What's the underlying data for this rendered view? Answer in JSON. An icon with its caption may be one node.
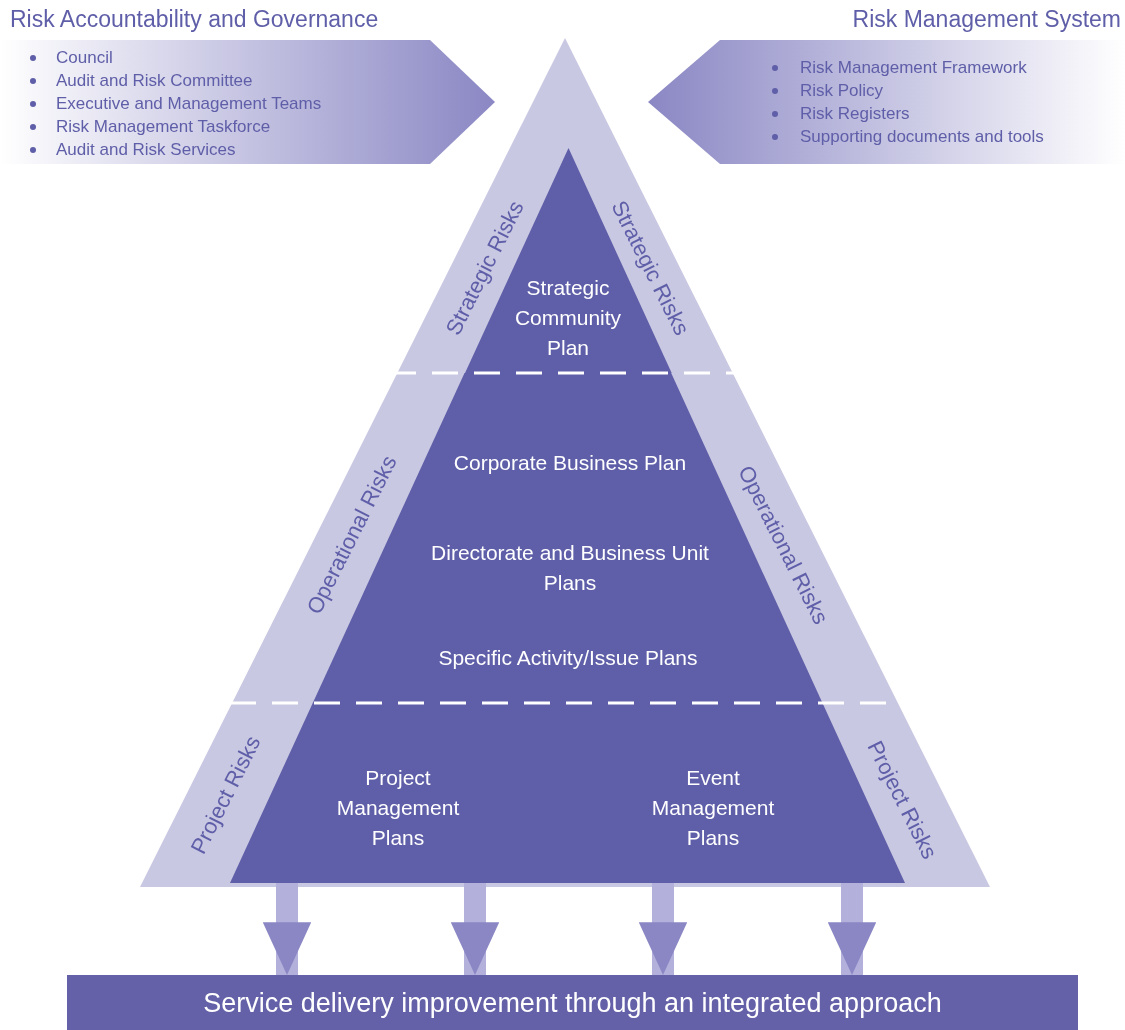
{
  "diagram": {
    "nodes": [
      {
        "text": [
          "Risk Accountability and Governance",
          "Council",
          "Audit and Risk Committee",
          "Executive and Management Teams",
          "Risk Management Taskforce",
          "Audit and Risk Services"
        ]
      },
      {
        "text": [
          "Risk Management System",
          "Risk Management Framework",
          "Risk Policy",
          "Risk Registers",
          "Supporting documents and tools"
        ]
      },
      {
        "text": [
          "Strategic Risks",
          "Strategic Risks",
          "Operational Risks",
          "Operational Risks",
          "Project Risks",
          "Project Risks"
        ]
      },
      {
        "text": [
          "Strategic Community Plan"
        ],
        "in": 2
      },
      {
        "text": [
          "Corporate Business Plan",
          "Directorate and Business Unit Plans",
          "Specific Activity/Issue Plans"
        ],
        "in": 2
      },
      {
        "text": [
          "Project Management Plans",
          "Event Management Plans"
        ],
        "in": 2
      },
      {
        "text": [
          "Service delivery improvement through an integrated approach"
        ]
      }
    ],
    "edges": [
      {
        "from": 5,
        "to": 6,
        "arrow": "to"
      },
      {
        "from": 5,
        "to": 6,
        "arrow": "to"
      },
      {
        "from": 5,
        "to": 6,
        "arrow": "to"
      },
      {
        "from": 5,
        "to": 6,
        "arrow": "to"
      }
    ]
  }
}
